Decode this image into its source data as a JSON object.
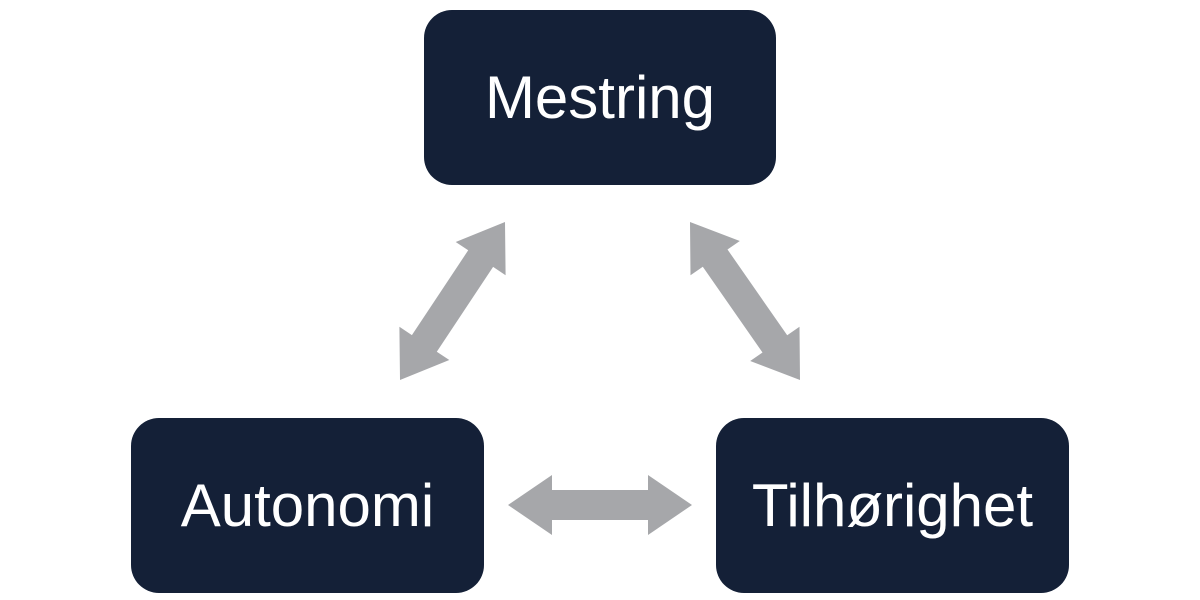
{
  "colors": {
    "node_fill": "#142037",
    "node_text": "#ffffff",
    "arrow": "#a6a7aa",
    "background": "#ffffff"
  },
  "nodes": {
    "mestring": {
      "label": "Mestring"
    },
    "autonomi": {
      "label": "Autonomi"
    },
    "tilhorighet": {
      "label": "Tilhørighet"
    }
  },
  "connections": [
    {
      "from": "mestring",
      "to": "autonomi",
      "type": "double-arrow"
    },
    {
      "from": "mestring",
      "to": "tilhorighet",
      "type": "double-arrow"
    },
    {
      "from": "autonomi",
      "to": "tilhorighet",
      "type": "double-arrow"
    }
  ]
}
